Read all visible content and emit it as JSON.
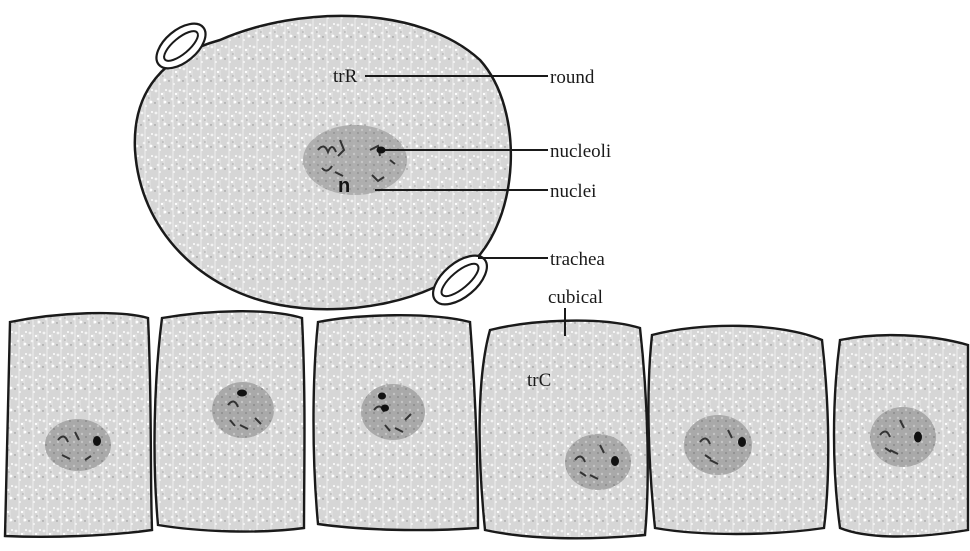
{
  "figure": {
    "labels": {
      "round_cell_label": "trR",
      "cubical_cell_label": "trC",
      "nucleus_label": "n",
      "callout_round": "round",
      "callout_nucleoli": "nucleoli",
      "callout_nuclei": "nuclei",
      "callout_trachea": "trachea",
      "callout_cubical": "cubical"
    },
    "colors": {
      "outline": "#1a1a1a",
      "cytoplasm": "#d9d9d9",
      "nucleus": "#9c9c9c",
      "background": "#ffffff"
    }
  }
}
